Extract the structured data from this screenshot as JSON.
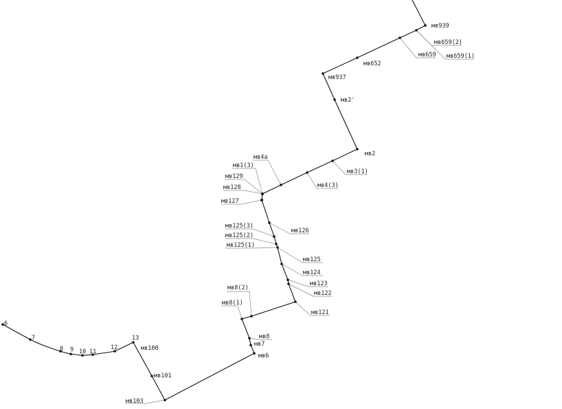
{
  "diagram": {
    "labels": {
      "mv939": "мв939",
      "mv659_2": "мв659(2)",
      "mv659": "мв659",
      "mv659_1": "мв659(1)",
      "mv652": "мв652",
      "mv937": "мв937",
      "mv2p": "мв2'",
      "mv2": "мв2",
      "mv4a": "мв4а",
      "mv1_3": "мв1(3)",
      "mv3_1": "мв3(1)",
      "mv129": "мв129",
      "mv4_3": "мв4(3)",
      "mv128": "мв128",
      "mv127": "мв127",
      "mv125_3": "мв125(3)",
      "mv126": "мв126",
      "mv125_2": "мв125(2)",
      "mv125_1": "мв125(1)",
      "mv125": "мв125",
      "mv124": "мв124",
      "mv123": "мв123",
      "mv122": "мв122",
      "mv8_2": "мв8(2)",
      "mv8_1": "мв8(1)",
      "mv121": "мв121",
      "mv8": "мв8",
      "mv7": "мв7",
      "mv6": "мв6",
      "mv100": "мв100",
      "mv101": "мв101",
      "mv103": "мв103",
      "n6": "6",
      "n7": "7",
      "n8": "8",
      "n9": "9",
      "n10": "10",
      "n11": "11",
      "n12": "12",
      "n13": "13"
    }
  }
}
